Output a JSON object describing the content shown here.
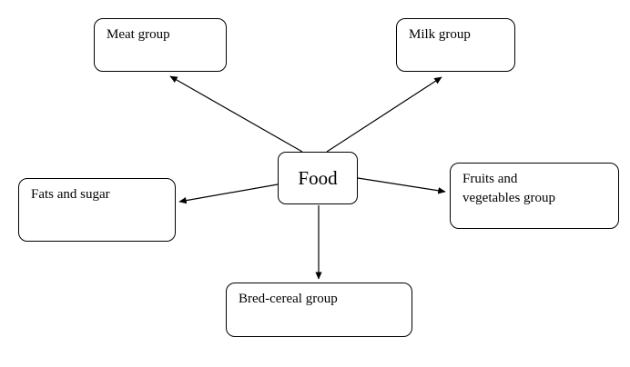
{
  "diagram": {
    "type": "concept-map",
    "title": "Food groups radial concept map",
    "background_color": "#ffffff",
    "line_color": "#000000",
    "text_color": "#000000",
    "center": {
      "id": "food",
      "label": "Food"
    },
    "nodes": [
      {
        "id": "meat",
        "label": "Meat group"
      },
      {
        "id": "milk",
        "label": "Milk group"
      },
      {
        "id": "fats",
        "label": "Fats and sugar"
      },
      {
        "id": "fruits",
        "label": "Fruits and\nvegetables group"
      },
      {
        "id": "bred",
        "label": "Bred-cereal group"
      }
    ],
    "edges": [
      {
        "from": "food",
        "to": "meat",
        "arrowhead": "filled-triangle"
      },
      {
        "from": "food",
        "to": "milk",
        "arrowhead": "filled-triangle"
      },
      {
        "from": "food",
        "to": "fats",
        "arrowhead": "filled-triangle"
      },
      {
        "from": "food",
        "to": "fruits",
        "arrowhead": "filled-triangle"
      },
      {
        "from": "food",
        "to": "bred",
        "arrowhead": "filled-triangle"
      }
    ]
  }
}
